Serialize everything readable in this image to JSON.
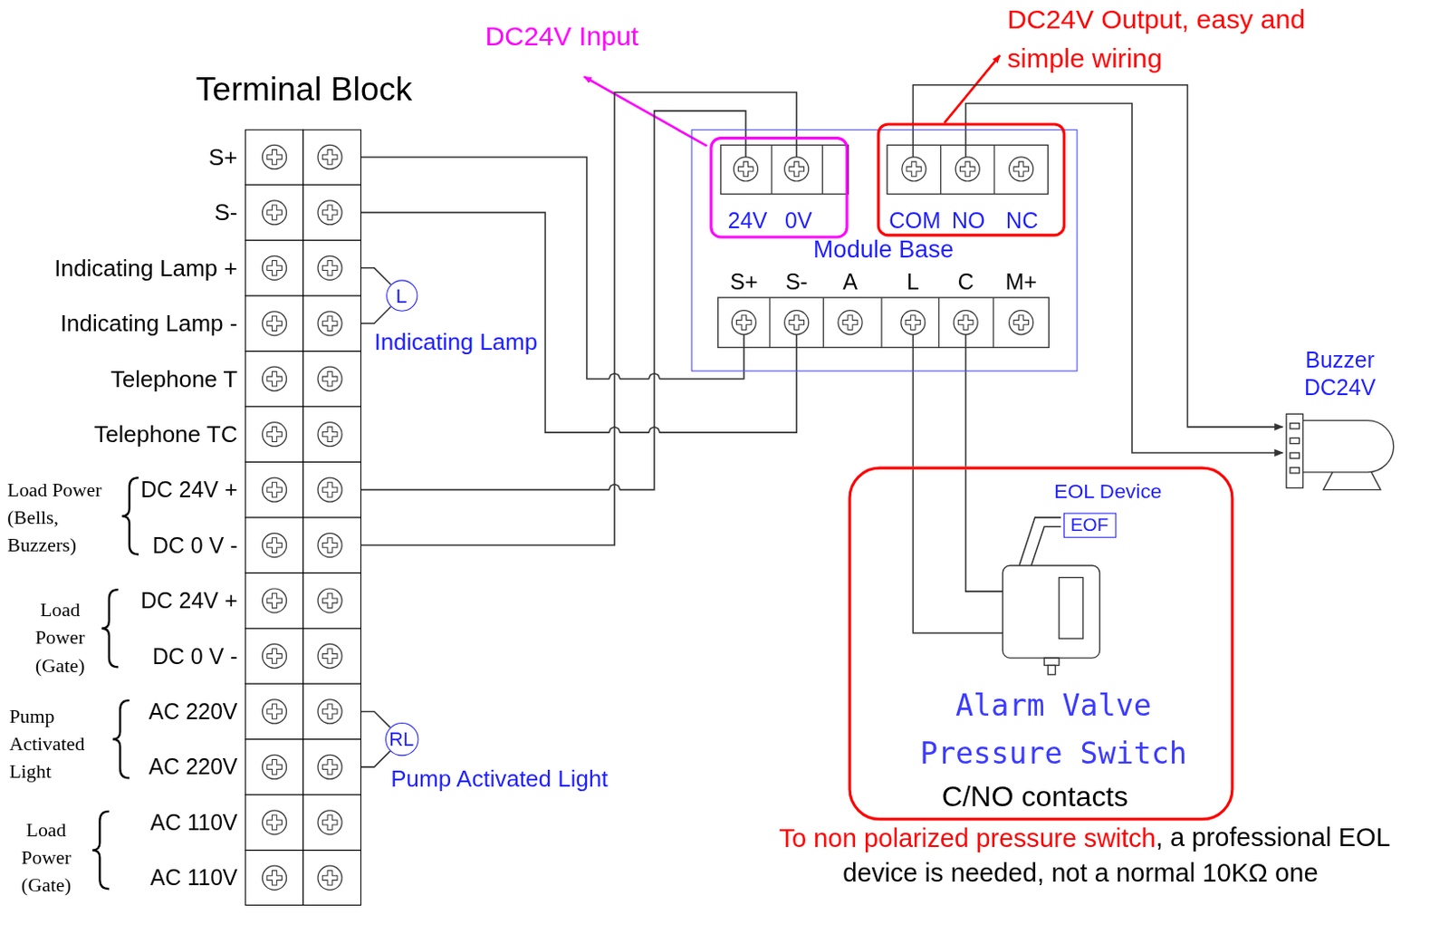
{
  "diagram": {
    "nodes": [
      {
        "text": [
          "Terminal Block"
        ]
      },
      {
        "text": [
          "Module Base"
        ]
      },
      {
        "text": [
          "24V",
          "0V"
        ],
        "in": 1
      },
      {
        "text": [
          "COM",
          "NO",
          "NC"
        ],
        "in": 1
      },
      {
        "text": [
          "L"
        ]
      },
      {
        "text": [
          "Buzzer DC24V"
        ]
      },
      {
        "text": [
          "Alarm Valve Pressure Switch",
          "C/NO contacts"
        ]
      },
      {
        "text": [
          "EOL Device",
          "EOF"
        ],
        "in": 6
      },
      {
        "text": [
          "RL"
        ]
      }
    ],
    "edges": [
      {
        "from": 0,
        "to": 1,
        "arrow": "none"
      },
      {
        "from": 0,
        "to": 1,
        "arrow": "none"
      },
      {
        "from": 0,
        "to": 4,
        "arrow": "none"
      },
      {
        "from": 0,
        "to": 4,
        "arrow": "none"
      },
      {
        "from": 0,
        "to": 2,
        "arrow": "none"
      },
      {
        "from": 0,
        "to": 2,
        "arrow": "none"
      },
      {
        "from": 3,
        "to": 5,
        "arrow": "to"
      },
      {
        "from": 3,
        "to": 5,
        "arrow": "to"
      },
      {
        "from": 1,
        "to": 6,
        "arrow": "none"
      },
      {
        "from": 1,
        "to": 6,
        "arrow": "none"
      },
      {
        "from": 0,
        "to": 8,
        "arrow": "none"
      },
      {
        "from": 0,
        "to": 8,
        "arrow": "none"
      }
    ],
    "labels": [
      "DC24V Input",
      "DC24V Output, easy and simple wiring",
      "S+",
      "S-",
      "Indicating Lamp +",
      "Indicating Lamp -",
      "Telephone T",
      "Telephone TC",
      "Load Power (Bells, Buzzers)",
      "DC 24V +",
      "DC 0 V -",
      "Load Power (Gate)",
      "DC 24V +",
      "DC 0 V -",
      "Pump Activated Light",
      "AC 220V",
      "AC 220V",
      "Load Power (Gate)",
      "AC 110V",
      "AC 110V",
      "Indicating Lamp",
      "Pump Activated Light",
      "S+",
      "S-",
      "A",
      "L",
      "C",
      "M+",
      "To non polarized pressure switch",
      ", a professional EOL device is needed, not a normal 10KΩ one"
    ]
  }
}
